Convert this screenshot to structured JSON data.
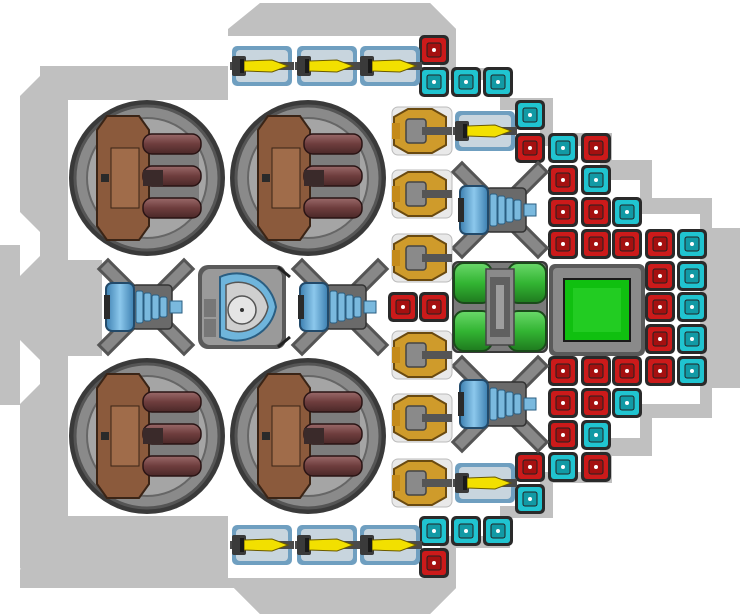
{
  "colors": {
    "hull_outer": "#bfbfbf",
    "hull_inner": "#d0d0d0",
    "deck": "#ffffff",
    "block_red": "#cc1a1a",
    "block_cyan": "#20c4d0",
    "block_frame": "#4a4a4a",
    "reactor_green": "#33b533",
    "core_green": "#22cc22",
    "drum_brown": "#8b5a3c",
    "drum_pipe": "#7a4a4a",
    "thruster_blue": "#6fb5dc",
    "missile_yellow": "#f2e000",
    "cannon_gold": "#c48a1a"
  },
  "icons": {
    "hull": "hull-outline",
    "drum_turret": "cylinder-drum-turret-icon",
    "engine": "blue-thruster-engine-icon",
    "dome": "shield-dome-module-icon",
    "reactor": "green-reactor-icon",
    "core": "green-core-block-icon",
    "missile": "yellow-missile-launcher-icon",
    "cannon": "gold-cannon-icon",
    "armor_red": "red-armor-block-icon",
    "armor_cyan": "cyan-armor-block-icon"
  },
  "modules": {
    "drum_turrets": 4,
    "engines": 4,
    "missile_launchers": 8,
    "cannons": 6,
    "reactors": 1,
    "cores": 1,
    "dome_modules": 1
  }
}
